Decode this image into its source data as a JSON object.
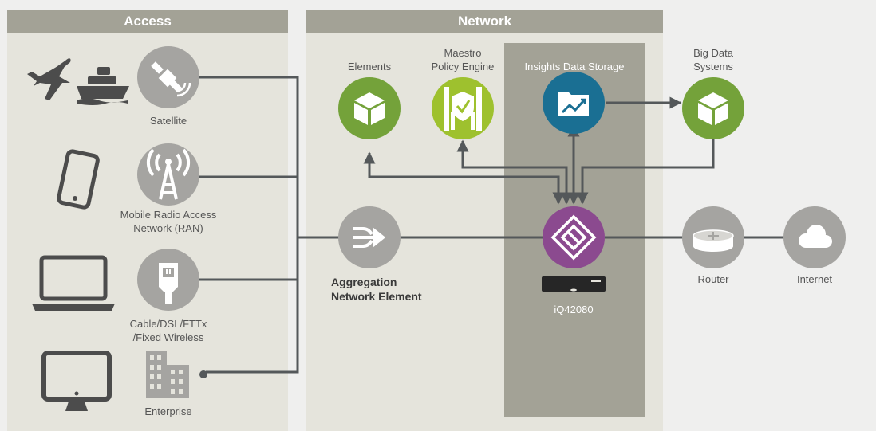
{
  "sections": {
    "access": "Access",
    "network": "Network"
  },
  "access_nodes": {
    "satellite": "Satellite",
    "ran_line1": "Mobile Radio Access",
    "ran_line2": "Network (RAN)",
    "fixed_line1": "Cable/DSL/FTTx",
    "fixed_line2": "/Fixed Wireless",
    "enterprise": "Enterprise"
  },
  "network_nodes": {
    "elements": "Elements",
    "maestro_line1": "Maestro",
    "maestro_line2": "Policy Engine",
    "insights": "Insights Data Storage",
    "bigdata_line1": "Big Data",
    "bigdata_line2": "Systems",
    "aggregation_line1": "Aggregation",
    "aggregation_line2": "Network Element",
    "device": "iQ42080",
    "router": "Router",
    "internet": "Internet"
  },
  "colors": {
    "panel": "#e5e4dc",
    "header": "#a3a296",
    "node_gray": "#a5a4a1",
    "green": "#74a23a",
    "lime": "#9ec12e",
    "blue": "#1a6f93",
    "purple": "#8b4a8f",
    "line": "#54585a"
  },
  "icons": {
    "access": [
      "airplane-icon",
      "ship-icon",
      "satellite-icon",
      "smartphone-icon",
      "radio-tower-icon",
      "laptop-icon",
      "ethernet-plug-icon",
      "monitor-icon",
      "building-icon"
    ],
    "network": [
      "cube-icon",
      "shield-check-icon",
      "folder-chart-icon",
      "merge-arrow-icon",
      "diamond-logo-icon",
      "server-icon",
      "router-icon",
      "cloud-icon"
    ]
  }
}
